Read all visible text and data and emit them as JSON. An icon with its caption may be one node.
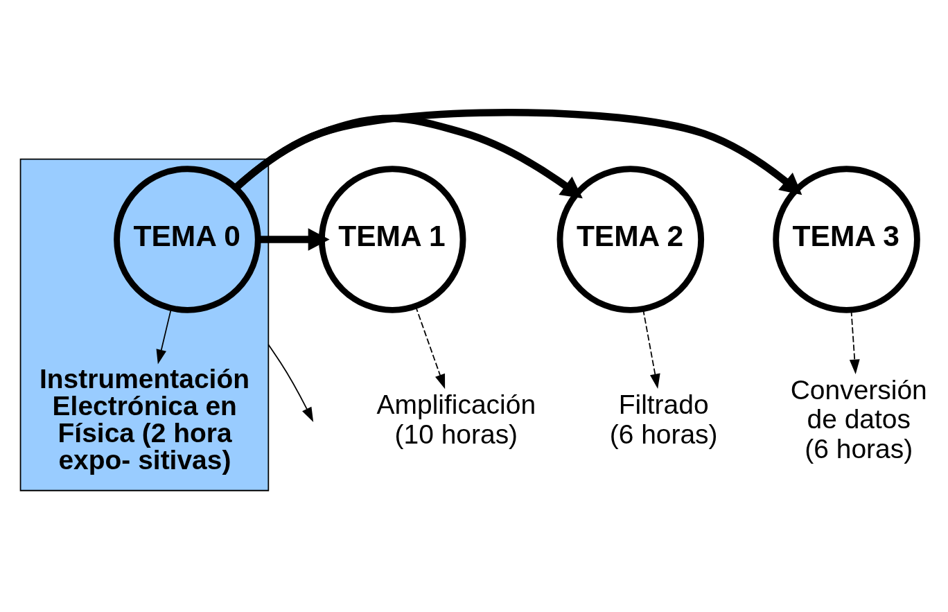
{
  "diagram": {
    "nodes": [
      {
        "text": [],
        "shape": "box"
      },
      {
        "text": [
          "TEMA 0"
        ],
        "in": 0
      },
      {
        "text": [
          "Instrumentación Electrónica en Física (2 hora expo- sitivas)"
        ],
        "in": 0
      },
      {
        "text": [
          "TEMA 1"
        ]
      },
      {
        "text": [
          "Amplificación (10 horas)"
        ]
      },
      {
        "text": [
          "TEMA 2"
        ]
      },
      {
        "text": [
          "Filtrado (6 horas)"
        ]
      },
      {
        "text": [
          "TEMA 3"
        ]
      },
      {
        "text": [
          "Conversión de datos (6 horas)"
        ]
      }
    ],
    "edges": [
      {
        "from": 1,
        "to": 5,
        "arrow": "to",
        "style": "thick"
      },
      {
        "from": 1,
        "to": 7,
        "arrow": "to",
        "style": "thick"
      },
      {
        "from": 1,
        "to": 3,
        "arrow": "to",
        "style": "thick"
      },
      {
        "from": 1,
        "to": 2,
        "arrow": "to"
      },
      {
        "from": 3,
        "to": 4,
        "arrow": "to",
        "style": "dashed"
      },
      {
        "from": 5,
        "to": 6,
        "arrow": "to",
        "style": "dashed"
      },
      {
        "from": 7,
        "to": 8,
        "arrow": "to",
        "style": "dashed"
      },
      {
        "from": 0,
        "to": null,
        "arrow": "to"
      }
    ]
  }
}
